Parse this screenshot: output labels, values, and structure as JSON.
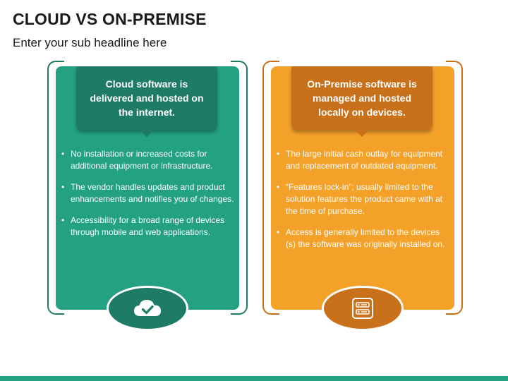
{
  "slide": {
    "title": "CLOUD VS ON-PREMISE",
    "subtitle": "Enter your sub headline here"
  },
  "colors": {
    "cloud_card": "#24a083",
    "cloud_dark": "#1e7b66",
    "onprem_card": "#f4a12a",
    "onprem_dark": "#c9701a"
  },
  "cloud": {
    "header": "Cloud software is delivered and hosted on the internet.",
    "icon": "cloud-check-icon",
    "bullets": [
      "No installation or increased costs for additional equipment or infrastructure.",
      "The vendor handles updates and product enhancements and notifies you of changes.",
      "Accessibility for a broad range of devices through mobile and web applications."
    ]
  },
  "onprem": {
    "header": "On-Premise software is managed and hosted locally on devices.",
    "icon": "server-icon",
    "bullets": [
      "The large initial cash outlay for equipment and replacement of outdated equipment.",
      "“Features lock-in”; usually limited to the solution features the product came with at the time of purchase.",
      "Access is generally limited to the devices (s) the software was originally installed on."
    ]
  }
}
